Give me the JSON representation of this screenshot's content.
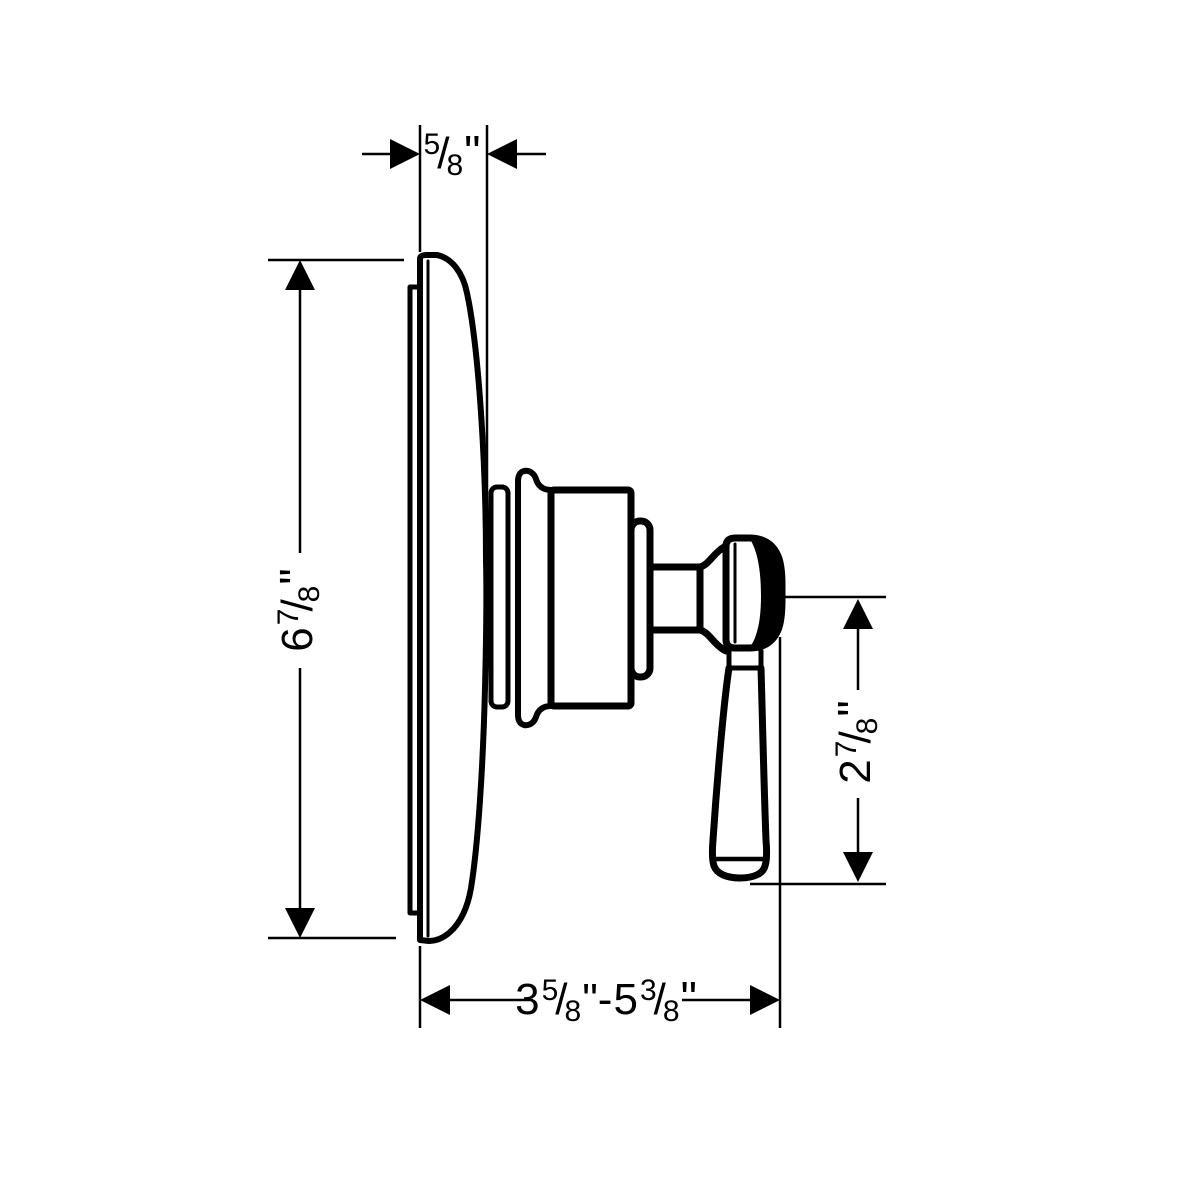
{
  "document": {
    "background_color": "#ffffff",
    "line_color": "#000000"
  },
  "dimensions": {
    "plate_depth": {
      "label": "5/8\"",
      "numerator": "5",
      "fraction_slash": "/",
      "denominator": "8",
      "unit_mark": "\""
    },
    "plate_height": {
      "label": "6 7/8\"",
      "whole": "6",
      "numerator": "7",
      "fraction_slash": "/",
      "denominator": "8",
      "unit_mark": "\""
    },
    "handle_projection": {
      "label": "2 7/8\"",
      "whole": "2",
      "numerator": "7",
      "fraction_slash": "/",
      "denominator": "8",
      "unit_mark": "\""
    },
    "installation_depth_range": {
      "label": "3 5/8\"-5 3/8\"",
      "min_whole": "3",
      "min_numerator": "5",
      "min_fraction_slash": "/",
      "min_denominator": "8",
      "range_separator": "\"-",
      "max_whole": "5",
      "max_numerator": "3",
      "max_fraction_slash": "/",
      "max_denominator": "8",
      "unit_mark": "\""
    }
  }
}
